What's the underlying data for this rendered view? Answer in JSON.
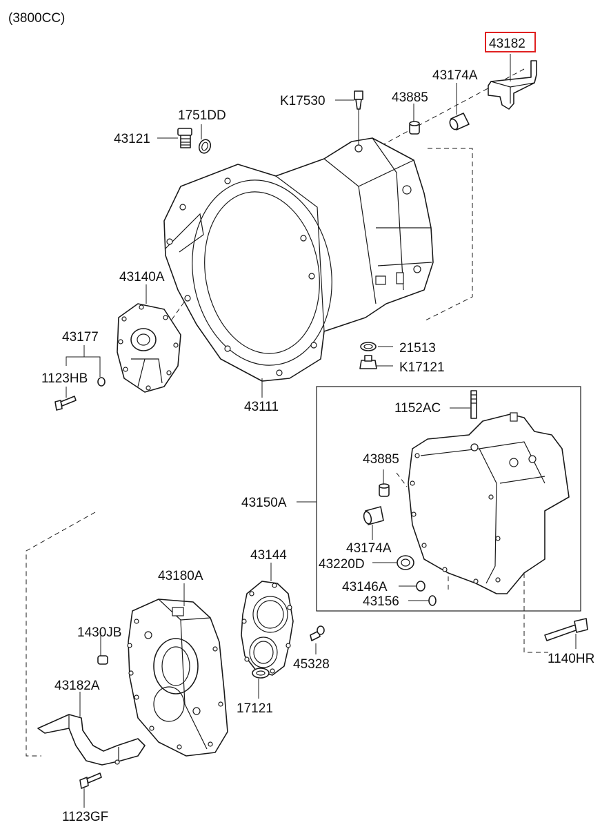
{
  "header": {
    "variant": "(3800CC)"
  },
  "highlight_color": "#e02020",
  "labels": {
    "p43182": "43182",
    "p43174A_top": "43174A",
    "pK17530": "K17530",
    "p43885_top": "43885",
    "p1751DD": "1751DD",
    "p43121": "43121",
    "p43140A": "43140A",
    "p43177": "43177",
    "p1123HB": "1123HB",
    "p21513": "21513",
    "pK17121": "K17121",
    "p43111": "43111",
    "p1152AC": "1152AC",
    "p43885_mid": "43885",
    "p43150A": "43150A",
    "p43174A_mid": "43174A",
    "p43220D": "43220D",
    "p43146A": "43146A",
    "p43156": "43156",
    "p43144": "43144",
    "p43180A": "43180A",
    "p1430JB": "1430JB",
    "p45328": "45328",
    "p1140HR": "1140HR",
    "p17121": "17121",
    "p43182A": "43182A",
    "p1123GF": "1123GF"
  }
}
